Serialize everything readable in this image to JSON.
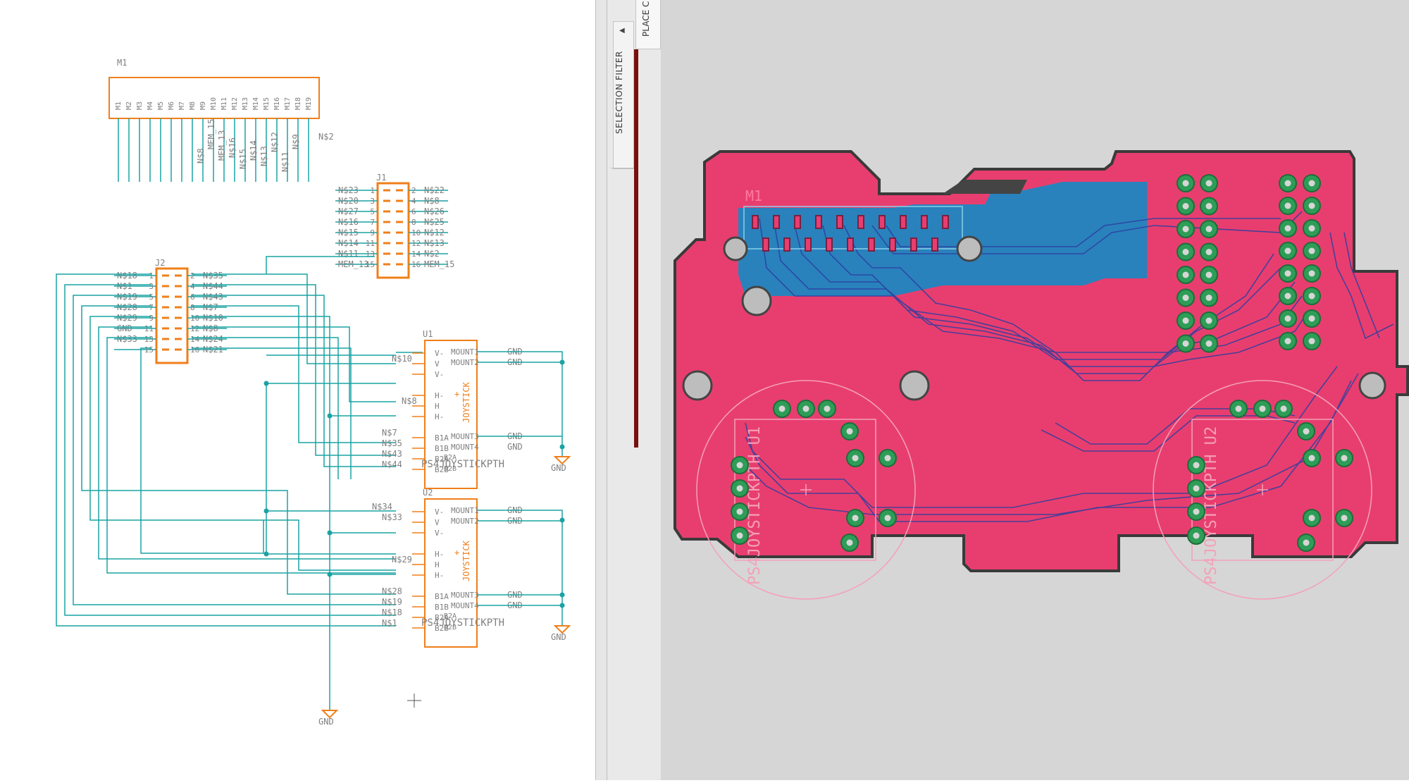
{
  "schematic": {
    "m1": {
      "ref": "M1",
      "pins": [
        "M1",
        "M2",
        "M3",
        "M4",
        "M5",
        "M6",
        "M7",
        "M8",
        "M9",
        "M10",
        "M11",
        "M12",
        "M13",
        "M14",
        "M15",
        "M16",
        "M17",
        "M18",
        "M19"
      ],
      "nets": [
        "N$8",
        "MEM_15",
        "MEM_13",
        "N$16",
        "N$15",
        "N$14",
        "N$13",
        "N$12",
        "N$11",
        "N$9",
        "N$2"
      ]
    },
    "j1": {
      "ref": "J1",
      "rows": [
        {
          "left": "N$23",
          "lpin": "1",
          "rpin": "2",
          "right": "N$22"
        },
        {
          "left": "N$20",
          "lpin": "3",
          "rpin": "4",
          "right": "N$8"
        },
        {
          "left": "N$27",
          "lpin": "5",
          "rpin": "6",
          "right": "N$26"
        },
        {
          "left": "N$16",
          "lpin": "7",
          "rpin": "8",
          "right": "N$25"
        },
        {
          "left": "N$15",
          "lpin": "9",
          "rpin": "10",
          "right": "N$12"
        },
        {
          "left": "N$14",
          "lpin": "11",
          "rpin": "12",
          "right": "N$13"
        },
        {
          "left": "N$11",
          "lpin": "13",
          "rpin": "14",
          "right": "N$2"
        },
        {
          "left": "MEM_13",
          "lpin": "15",
          "rpin": "16",
          "right": "MEM_15"
        }
      ]
    },
    "j2": {
      "ref": "J2",
      "rows": [
        {
          "left": "N$18",
          "lpin": "1",
          "rpin": "2",
          "right": "N$35"
        },
        {
          "left": "N$1",
          "lpin": "3",
          "rpin": "4",
          "right": "N$44"
        },
        {
          "left": "N$19",
          "lpin": "5",
          "rpin": "6",
          "right": "N$43"
        },
        {
          "left": "N$28",
          "lpin": "7",
          "rpin": "8",
          "right": "N$7"
        },
        {
          "left": "N$29",
          "lpin": "9",
          "rpin": "10",
          "right": "N$10"
        },
        {
          "left": "GND",
          "lpin": "11",
          "rpin": "12",
          "right": "N$8"
        },
        {
          "left": "N$33",
          "lpin": "13",
          "rpin": "14",
          "right": "N$24"
        },
        {
          "left": "",
          "lpin": "15",
          "rpin": "16",
          "right": "N$21"
        }
      ]
    },
    "u1": {
      "ref": "U1",
      "value": "PS4JOYSTICKPTH",
      "symbol": "JOYSTICK",
      "plus": "+",
      "left_pins": [
        "V-",
        "V",
        "V-",
        "H-",
        "H",
        "H-",
        "B1A",
        "B1B",
        "B2A",
        "B2B"
      ],
      "right_pins": [
        "MOUNT1",
        "MOUNT2",
        "MOUNT3",
        "MOUNT4"
      ],
      "extra_pins": [
        "B2A",
        "B2B"
      ],
      "left_nets": [
        "N$10",
        "N$8",
        "N$7",
        "N$35",
        "N$43",
        "N$44"
      ],
      "gnd": [
        "GND",
        "GND",
        "GND",
        "GND"
      ]
    },
    "u2": {
      "ref": "U2",
      "value": "PS4JOYSTICKPTH",
      "symbol": "JOYSTICK",
      "plus": "+",
      "left_pins": [
        "V-",
        "V",
        "V-",
        "H-",
        "H",
        "H-",
        "B1A",
        "B1B",
        "B2A",
        "B2B"
      ],
      "right_pins": [
        "MOUNT1",
        "MOUNT2",
        "MOUNT3",
        "MOUNT4"
      ],
      "extra_pins": [
        "B2A",
        "B2B"
      ],
      "left_nets": [
        "N$34",
        "N$33",
        "N$29",
        "N$28",
        "N$19",
        "N$18",
        "N$1"
      ],
      "gnd": [
        "GND",
        "GND",
        "GND",
        "GND"
      ]
    },
    "gnd_symbols": [
      "GND",
      "GND",
      "GND"
    ]
  },
  "toolbar": {
    "selection_filter": "SELECTION FILTER",
    "place": "PLACE C"
  },
  "board": {
    "m1_label": "M1",
    "u1_silk": "PS4JOYSTICKPTH U1",
    "u2_silk": "PS4JOYSTICKPTH U2"
  },
  "colors": {
    "net": "#1aa3a3",
    "symbol": "#f07f1a",
    "text": "#7f7f7f",
    "pcb_top": "#e83e6f",
    "pcb_bottom": "#1f86c0",
    "pad": "#2e9d57",
    "outline": "#3a3a3a"
  }
}
